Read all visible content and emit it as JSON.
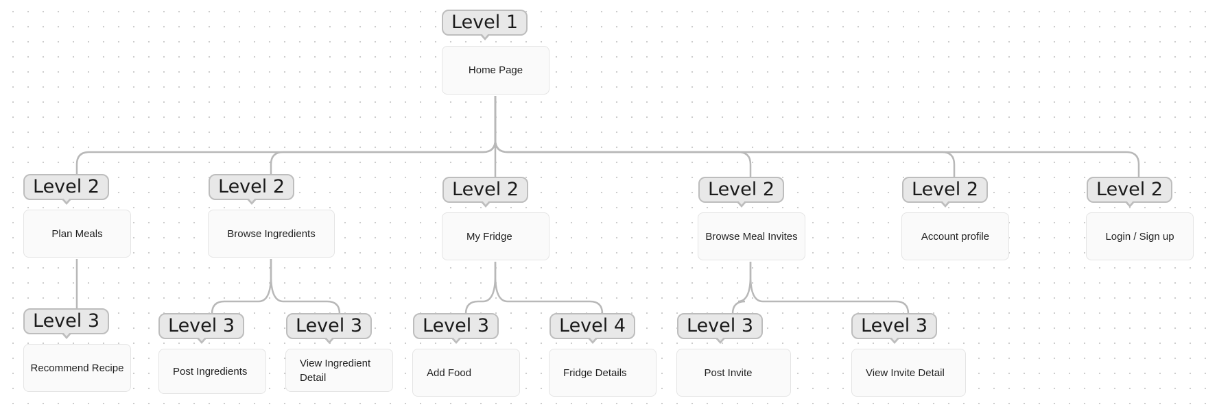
{
  "nodes": {
    "home": {
      "label": "Home Page",
      "level": "Level 1"
    },
    "plan_meals": {
      "label": "Plan Meals",
      "level": "Level 2"
    },
    "browse_ingredients": {
      "label": "Browse Ingredients",
      "level": "Level 2"
    },
    "my_fridge": {
      "label": "My Fridge",
      "level": "Level 2"
    },
    "browse_meal_invites": {
      "label": "Browse Meal Invites",
      "level": "Level 2"
    },
    "account_profile": {
      "label": "Account profile",
      "level": "Level 2"
    },
    "login_signup": {
      "label": "Login / Sign up",
      "level": "Level 2"
    },
    "recommend_recipe": {
      "label": "Recommend Recipe",
      "level": "Level 3"
    },
    "post_ingredients": {
      "label": "Post Ingredients",
      "level": "Level 3"
    },
    "view_ingredient_detail": {
      "label": "View Ingredient Detail",
      "level": "Level 3"
    },
    "add_food": {
      "label": "Add Food",
      "level": "Level 3"
    },
    "fridge_details": {
      "label": "Fridge Details",
      "level": "Level 4"
    },
    "post_invite": {
      "label": "Post Invite",
      "level": "Level 3"
    },
    "view_invite_detail": {
      "label": "View Invite Detail",
      "level": "Level 3"
    }
  },
  "edges": [
    [
      "home",
      "plan_meals"
    ],
    [
      "home",
      "browse_ingredients"
    ],
    [
      "home",
      "my_fridge"
    ],
    [
      "home",
      "browse_meal_invites"
    ],
    [
      "home",
      "account_profile"
    ],
    [
      "home",
      "login_signup"
    ],
    [
      "plan_meals",
      "recommend_recipe"
    ],
    [
      "browse_ingredients",
      "post_ingredients"
    ],
    [
      "browse_ingredients",
      "view_ingredient_detail"
    ],
    [
      "my_fridge",
      "add_food"
    ],
    [
      "my_fridge",
      "fridge_details"
    ],
    [
      "browse_meal_invites",
      "post_invite"
    ],
    [
      "browse_meal_invites",
      "view_invite_detail"
    ]
  ],
  "colors": {
    "connector": "#b8b8b8",
    "node_fill": "#fafafa",
    "tag_fill": "#e8e8e8",
    "tag_border": "#bdbdbd"
  }
}
